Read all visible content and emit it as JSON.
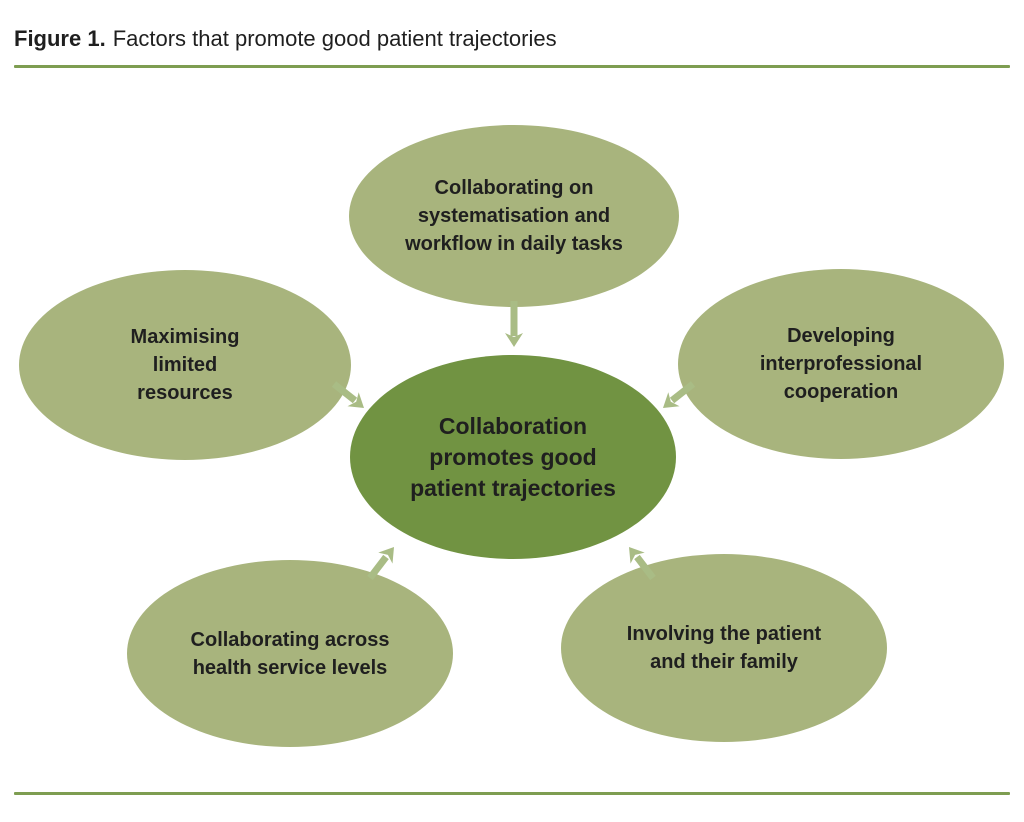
{
  "figure": {
    "label": "Figure 1.",
    "caption": "Factors that promote good patient trajectories"
  },
  "diagram": {
    "center": {
      "text": "Collaboration\npromotes good\npatient trajectories"
    },
    "factors": [
      {
        "position": "top",
        "text": "Collaborating on\nsystematisation and\nworkflow in daily tasks"
      },
      {
        "position": "left",
        "text": "Maximising\nlimited\nresources"
      },
      {
        "position": "right",
        "text": "Developing\ninterprofessional\ncooperation"
      },
      {
        "position": "bottom-left",
        "text": "Collaborating across\nhealth service levels"
      },
      {
        "position": "bottom-right",
        "text": "Involving the patient\nand their family"
      }
    ]
  },
  "colors": {
    "satellite_ellipse_fill": "#a8b47d",
    "center_ellipse_fill": "#719342",
    "arrow": "#a9bc85",
    "divider_line": "#7e9d51",
    "text": "#1f1f1f",
    "background": "#ffffff"
  }
}
